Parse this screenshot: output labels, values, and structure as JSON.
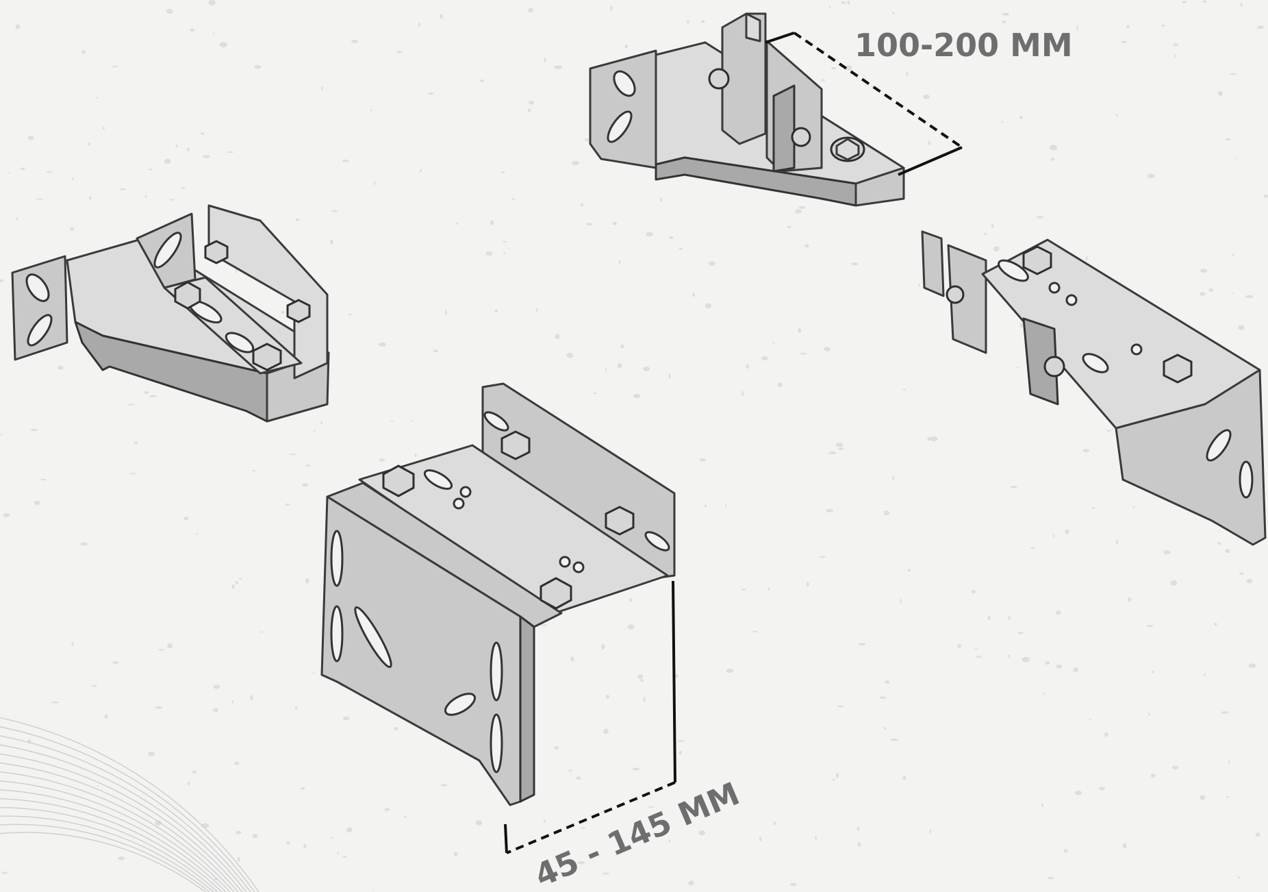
{
  "dimensions": {
    "top_label": "100-200 MM",
    "bottom_label": "45 - 145 MM"
  },
  "parts": [
    {
      "name": "bracket-top-center"
    },
    {
      "name": "bracket-left"
    },
    {
      "name": "bracket-right"
    },
    {
      "name": "bracket-center-large"
    }
  ]
}
